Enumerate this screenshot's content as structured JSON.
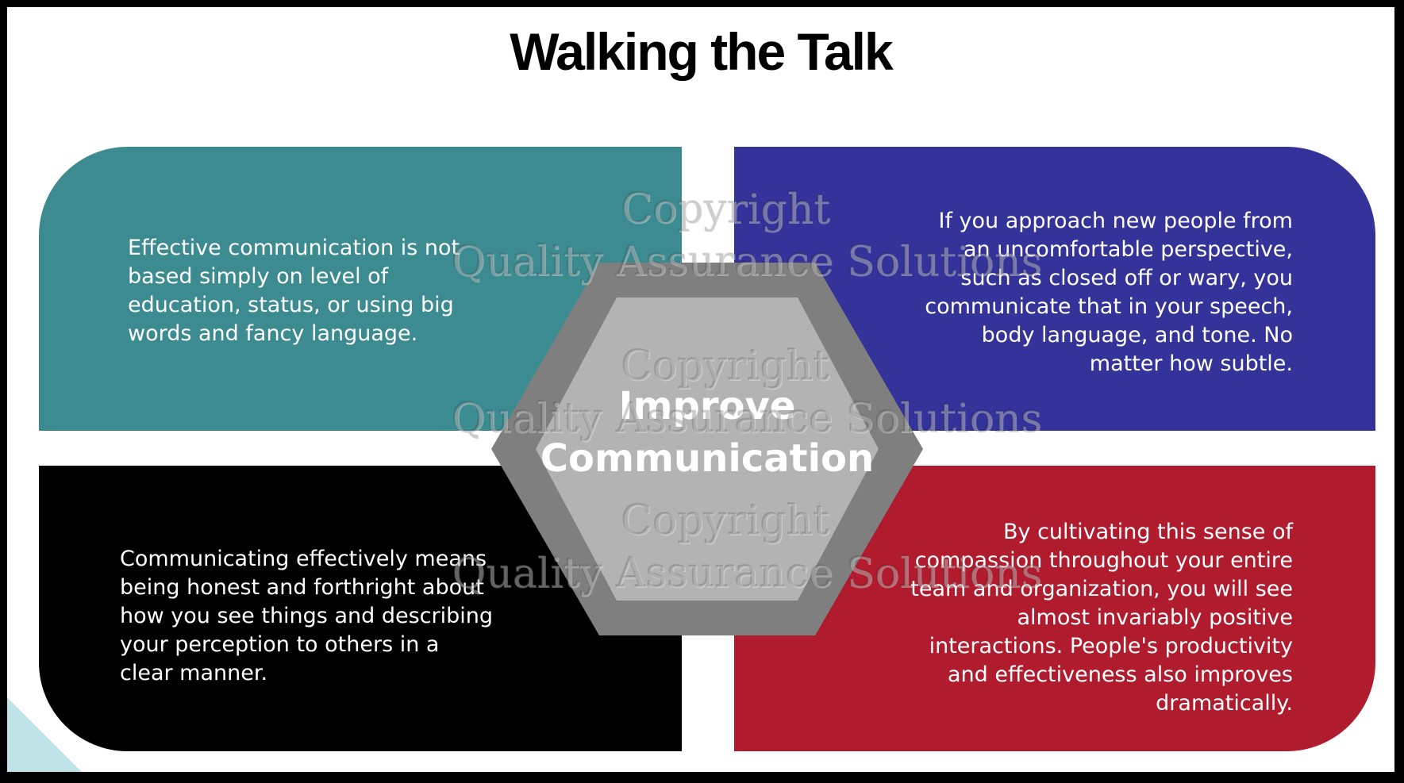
{
  "title": "Walking the Talk",
  "center": {
    "line1": "Improve",
    "line2": "Communication"
  },
  "quadrants": {
    "top_left": "Effective communication is not based simply on level of education, status, or using big words and fancy language.",
    "top_right": "If you approach new people from an uncomfortable perspective, such as closed off or wary, you communicate that in your speech, body language, and tone. No matter how subtle.",
    "bottom_left": "Communicating effectively means being honest and forthright about how you see things and describing your perception to others in a clear manner.",
    "bottom_right": "By cultivating this sense of compassion throughout your entire team and organization, you will see almost invariably positive interactions. People's productivity and effectiveness also improves dramatically."
  },
  "watermark": {
    "line1": "Copyright",
    "line2": "Quality Assurance Solutions"
  },
  "colors": {
    "top_left": "#3c8b91",
    "top_right": "#33339a",
    "bottom_left": "#000000",
    "bottom_right": "#b01c2e",
    "hex_outer": "#7f7f7f",
    "hex_inner": "#b3b3b3",
    "corner_accent": "#bfe3e6"
  }
}
